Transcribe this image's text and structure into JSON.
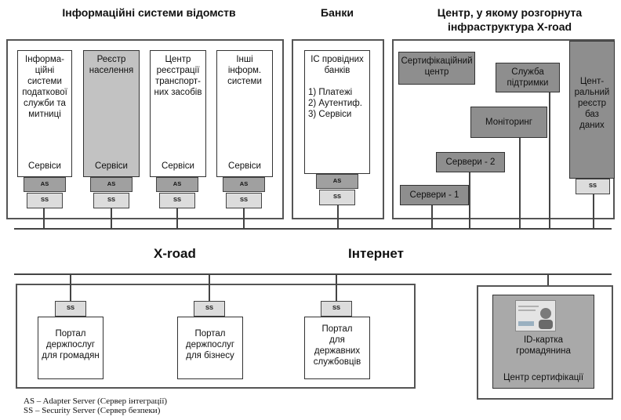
{
  "headings": {
    "agencies": "Інформаційні системи відомств",
    "banks": "Банки",
    "center_line1": "Центр, у якому розгорнута",
    "center_line2": "інфраструктура X-road"
  },
  "agency_systems": [
    {
      "label": "Інформа-\nційні\nсистеми\nподаткової\nслужби та\nмитниці",
      "services": "Сервіси"
    },
    {
      "label": "Реєстр\nнаселення",
      "services": "Сервіси"
    },
    {
      "label": "Центр\nреєстрації\nтранспорт-\nних засобів",
      "services": "Сервіси"
    },
    {
      "label": "Інші\nінформ.\nсистеми",
      "services": "Сервіси"
    }
  ],
  "bank_system": {
    "label": "ІС провідних\nбанків",
    "list": "1) Платежі\n2) Аутентиф.\n3) Сервіси"
  },
  "tags": {
    "as": "AS",
    "ss": "SS"
  },
  "center": {
    "certification_center": "Сертифікаційний\nцентр",
    "support": "Служба\nпідтримки",
    "monitoring": "Моніторинг",
    "servers2": "Сервери - 2",
    "servers1": "Сервери - 1",
    "central_registry": "Цент-\nральний\nреєстр\nбаз\nданих"
  },
  "network": {
    "xroad": "X-road",
    "internet": "Інтернет"
  },
  "portals": [
    {
      "label": "Портал\nдержпослуг\nдля громадян"
    },
    {
      "label": "Портал\nдержпослуг\nдля бізнесу"
    },
    {
      "label": "Портал\nдля\nдержавних\nслужбовців"
    }
  ],
  "id_card": {
    "label": "ID-картка\nгромадянина",
    "cert_center": "Центр сертифікації"
  },
  "legend": [
    "AS – Adapter Server (Сервер інтеграції)",
    "SS – Security Server (Сервер безпеки)"
  ],
  "colors": {
    "light_grey": "#c2c2c2",
    "dark_grey": "#8e8e8e",
    "line": "#444444"
  }
}
